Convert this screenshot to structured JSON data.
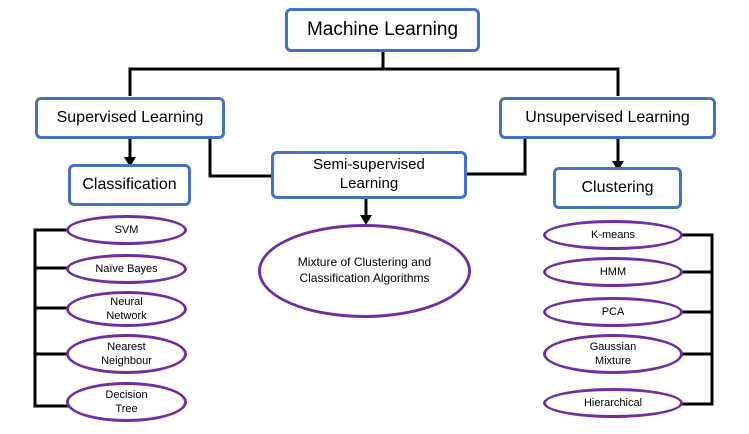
{
  "root": "Machine Learning",
  "supervised": "Supervised Learning",
  "unsupervised": "Unsupervised Learning",
  "semi": "Semi-supervised\nLearning",
  "classification": "Classification",
  "clustering": "Clustering",
  "mixture": "Mixture of Clustering and\nClassification Algorithms",
  "classification_methods": [
    "SVM",
    "Naïve Bayes",
    "Neural\nNetwork",
    "Nearest\nNeighbour",
    "Decision\nTree"
  ],
  "clustering_methods": [
    "K-means",
    "HMM",
    "PCA",
    "Gaussian\nMixture",
    "Hierarchical"
  ],
  "colors": {
    "box_border": "#4472c4",
    "oval_border": "#7030a0",
    "connector": "#000000"
  }
}
